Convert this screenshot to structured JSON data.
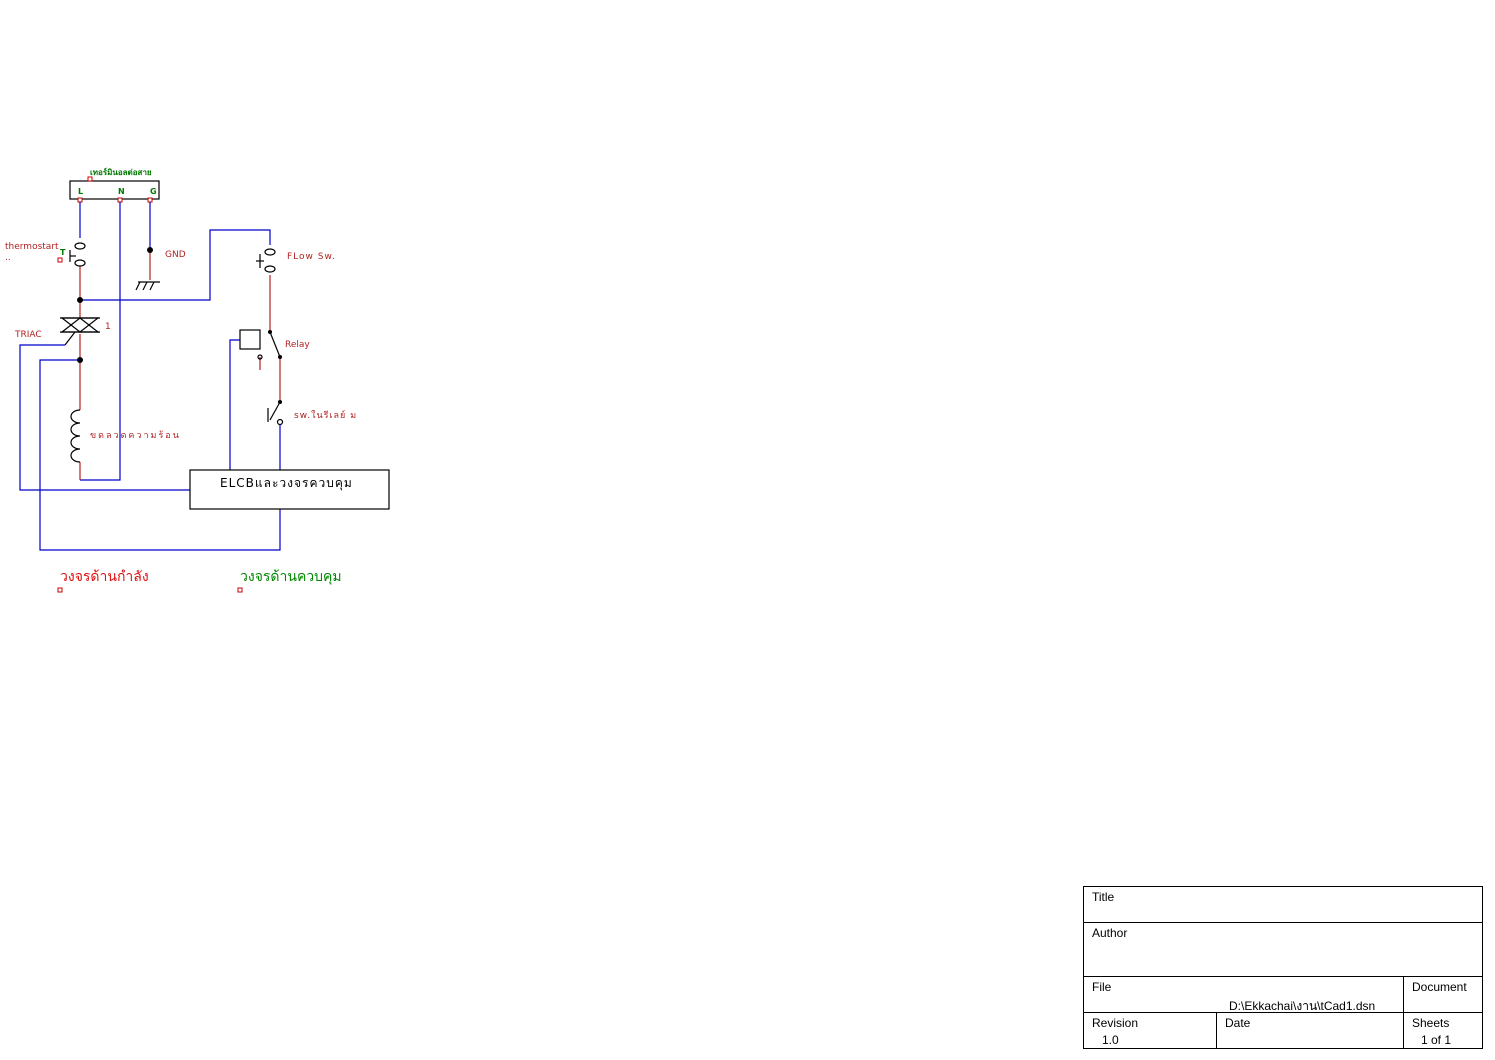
{
  "schematic": {
    "connector": {
      "label": "เทอร์มินอลต่อสาย",
      "pins": [
        "L",
        "N",
        "G"
      ]
    },
    "thermostat": {
      "label": "thermostart",
      "sublabel": "..",
      "pin_label": "T"
    },
    "gnd": {
      "label": "GND"
    },
    "flow_switch": {
      "label": "FLow Sw."
    },
    "triac": {
      "label": "TRIAC",
      "ref": "1"
    },
    "relay": {
      "label": "Relay"
    },
    "switch_relay": {
      "label": "sw.ในรีเลย์   ม"
    },
    "heater": {
      "label": "ขดลวดความร้อน"
    },
    "elcb_box": {
      "label": "ELCBและวงจรควบคุม"
    },
    "captions": {
      "power": "วงจรด้านกำลัง",
      "control": "วงจรด้านควบคุม"
    }
  },
  "title_block": {
    "title_label": "Title",
    "title_value": "",
    "author_label": "Author",
    "author_value": "",
    "file_label": "File",
    "file_value": "D:\\Ekkachai\\งาน\\tCad1.dsn",
    "document_label": "Document",
    "document_value": "",
    "revision_label": "Revision",
    "revision_value": "1.0",
    "date_label": "Date",
    "date_value": "",
    "sheets_label": "Sheets",
    "sheets_value": "1 of 1"
  }
}
